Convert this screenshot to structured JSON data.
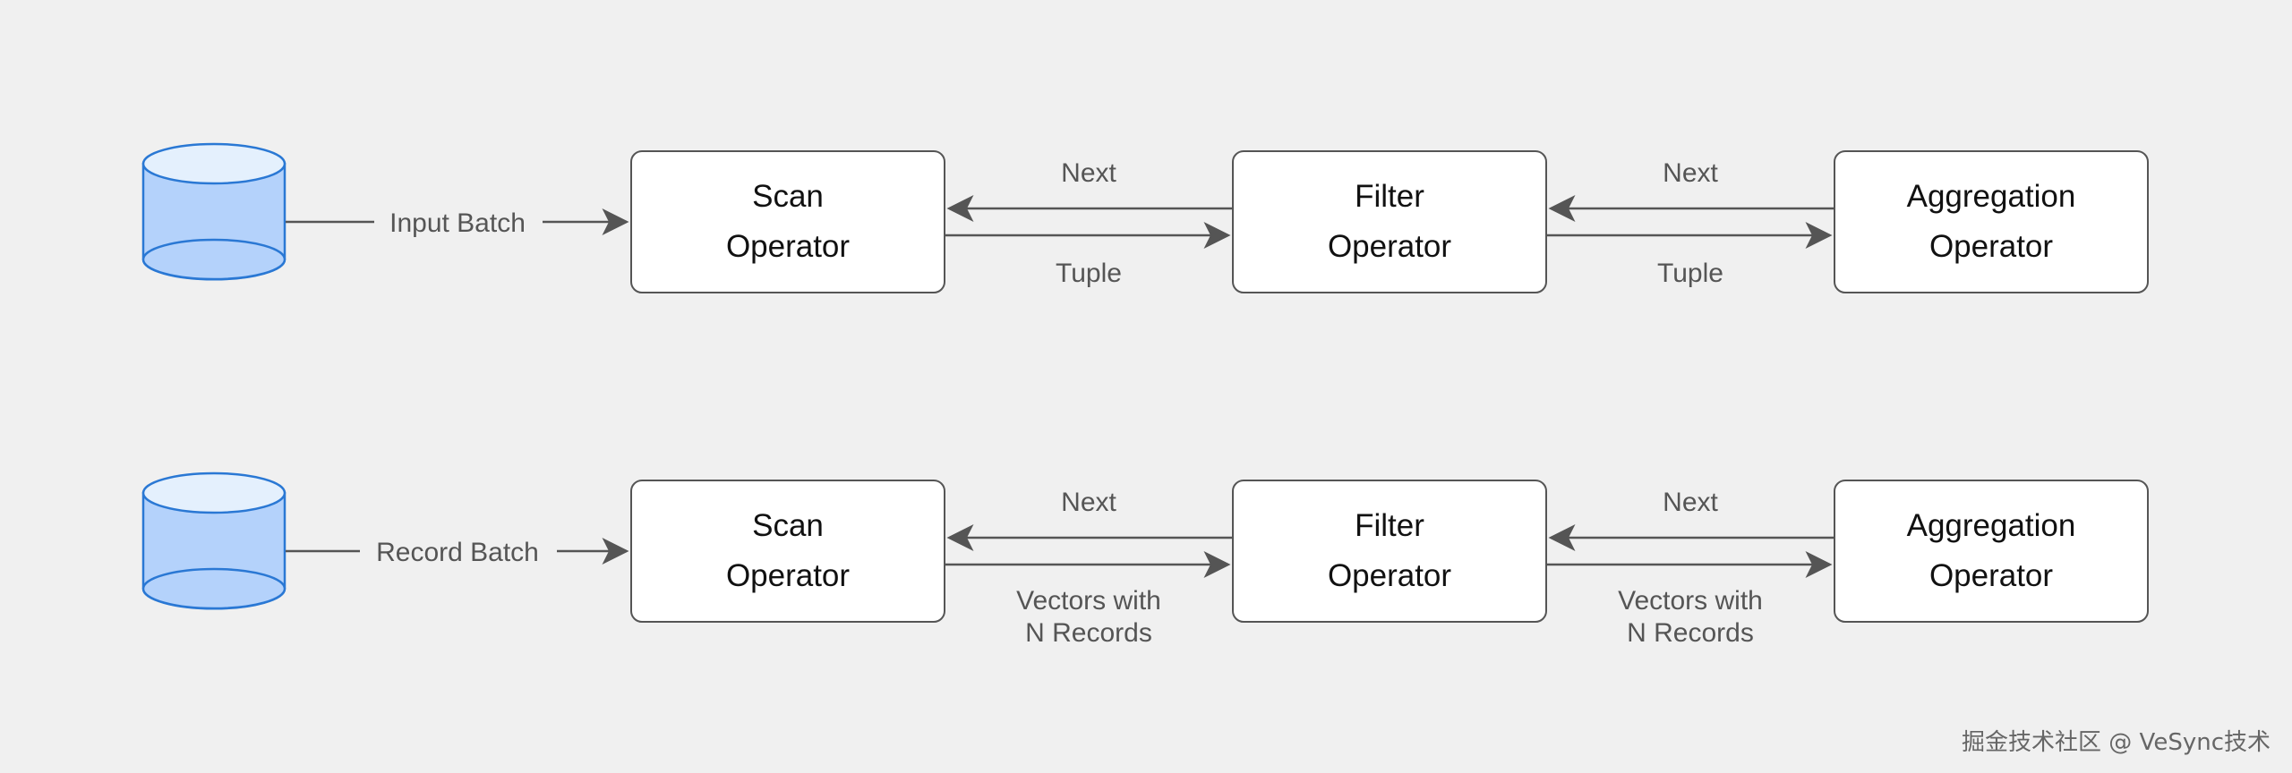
{
  "pipelines": [
    {
      "source_label": "Input Batch",
      "operators": [
        {
          "line1": "Scan",
          "line2": "Operator"
        },
        {
          "line1": "Filter",
          "line2": "Operator"
        },
        {
          "line1": "Aggregation",
          "line2": "Operator"
        }
      ],
      "links": [
        {
          "next_label": "Next",
          "data_lines": [
            "Tuple"
          ]
        },
        {
          "next_label": "Next",
          "data_lines": [
            "Tuple"
          ]
        }
      ]
    },
    {
      "source_label": "Record Batch",
      "operators": [
        {
          "line1": "Scan",
          "line2": "Operator"
        },
        {
          "line1": "Filter",
          "line2": "Operator"
        },
        {
          "line1": "Aggregation",
          "line2": "Operator"
        }
      ],
      "links": [
        {
          "next_label": "Next",
          "data_lines": [
            "Vectors with",
            "N Records"
          ]
        },
        {
          "next_label": "Next",
          "data_lines": [
            "Vectors with",
            "N Records"
          ]
        }
      ]
    }
  ],
  "colors": {
    "background": "#f0f0f0",
    "cylinder_fill": "#b4d2fb",
    "cylinder_top": "#e4f0fd",
    "cylinder_stroke": "#2a78d4",
    "line": "#555555"
  },
  "watermark": "掘金技术社区 @ VeSync技术"
}
